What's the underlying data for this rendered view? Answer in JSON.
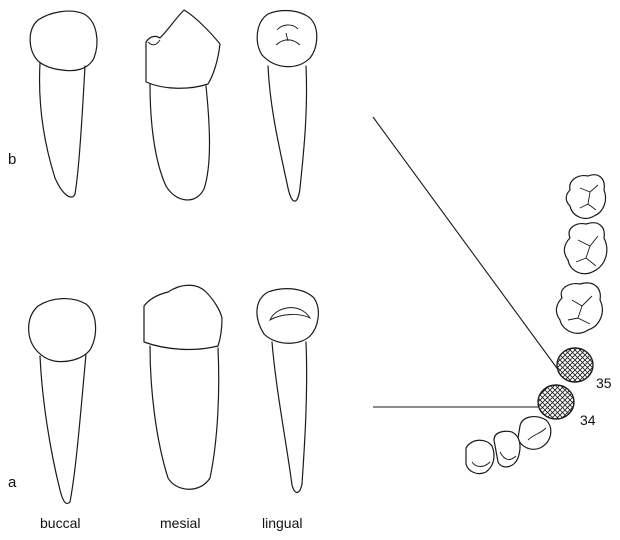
{
  "row_labels": {
    "top": "b",
    "bottom": "a"
  },
  "column_labels": [
    "buccal",
    "mesial",
    "lingual"
  ],
  "tooth_numbers": [
    "35",
    "34"
  ]
}
